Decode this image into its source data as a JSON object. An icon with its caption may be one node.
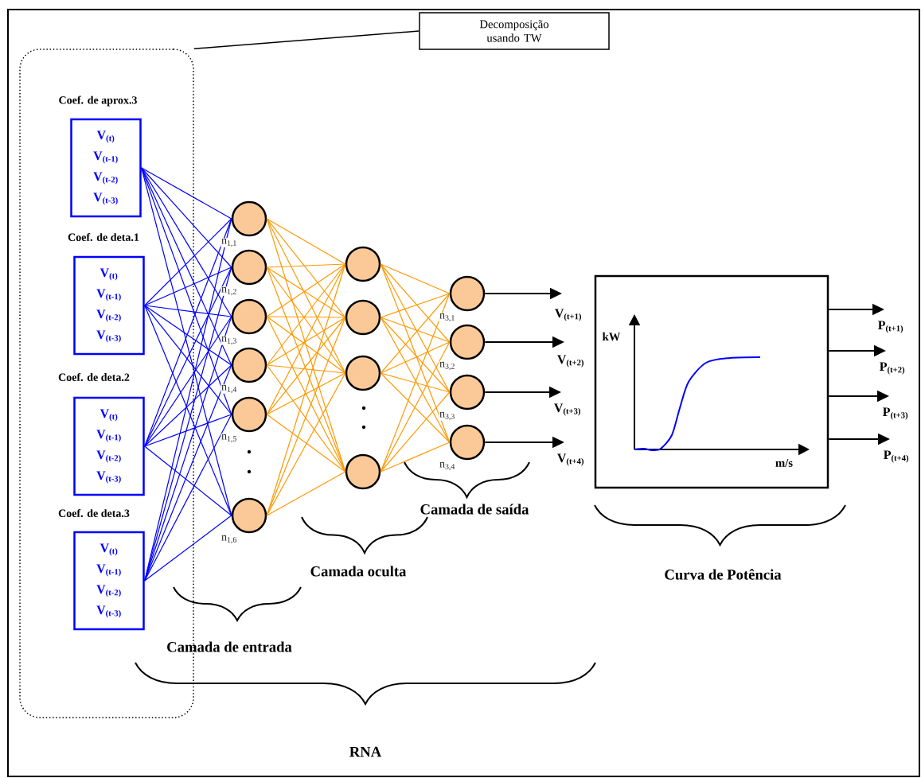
{
  "diagram": {
    "nodes": [
      {
        "text": [],
        "shape": "box"
      },
      {
        "text": [
          "Decomposição usando TW"
        ]
      },
      {
        "text": [
          "Coef. de aprox.3",
          "V$_{(t)}$ V$_{(t-1)}$ V$_{(t-2)}$ V$_{(t-3)}$"
        ],
        "in": 0
      },
      {
        "text": [
          "Coef. de deta.1",
          "V$_{(t)}$ V$_{(t-1)}$ V$_{(t-2)}$ V$_{(t-3)}$"
        ],
        "in": 0
      },
      {
        "text": [
          "Coef. de deta.2",
          "V$_{(t)}$ V$_{(t-1)}$ V$_{(t-2)}$ V$_{(t-3)}$"
        ],
        "in": 0
      },
      {
        "text": [
          "Coef. de deta.3",
          "V$_{(t)}$ V$_{(t-1)}$ V$_{(t-2)}$ V$_{(t-3)}$"
        ],
        "in": 0
      },
      {
        "text": [],
        "shape": "circle",
        "beside": [
          "n$_{1,1}$"
        ]
      },
      {
        "text": [],
        "shape": "circle",
        "beside": [
          "n$_{1,2}$"
        ]
      },
      {
        "text": [],
        "shape": "circle",
        "beside": [
          "n$_{1,3}$"
        ]
      },
      {
        "text": [],
        "shape": "circle",
        "beside": [
          "n$_{1,4}$"
        ]
      },
      {
        "text": [],
        "shape": "circle",
        "beside": [
          "n$_{1,5}$"
        ]
      },
      {
        "text": [],
        "shape": "circle",
        "beside": [
          "n$_{1,6}$"
        ]
      },
      {
        "text": [],
        "shape": "circle"
      },
      {
        "text": [],
        "shape": "circle"
      },
      {
        "text": [],
        "shape": "circle"
      },
      {
        "text": [],
        "shape": "circle"
      },
      {
        "text": [],
        "shape": "circle",
        "beside": [
          "n$_{3,1}$"
        ]
      },
      {
        "text": [],
        "shape": "circle",
        "beside": [
          "n$_{3,2}$"
        ]
      },
      {
        "text": [],
        "shape": "circle",
        "beside": [
          "n$_{3,3}$"
        ]
      },
      {
        "text": [],
        "shape": "circle",
        "beside": [
          "n$_{3,4}$"
        ]
      },
      {
        "text": [
          "V$_{(t+1)}$"
        ]
      },
      {
        "text": [
          "V$_{(t+2)}$"
        ]
      },
      {
        "text": [
          "V$_{(t+3)}$"
        ]
      },
      {
        "text": [
          "V$_{(t+4)}$"
        ]
      },
      {
        "text": [
          "kW",
          "m/s"
        ]
      },
      {
        "text": [
          "P$_{(t+1)}$"
        ]
      },
      {
        "text": [
          "P$_{(t+2)}$"
        ]
      },
      {
        "text": [
          "P$_{(t+3)}$"
        ]
      },
      {
        "text": [
          "P$_{(t+4)}$"
        ]
      }
    ],
    "edges": [
      {
        "from": 1,
        "to": 0,
        "arrow": "none",
        "color": "#000000"
      },
      {
        "from": 2,
        "to": 6,
        "arrow": "none",
        "color": "#0000ff"
      },
      {
        "from": 2,
        "to": 7,
        "arrow": "none",
        "color": "#0000ff"
      },
      {
        "from": 2,
        "to": 8,
        "arrow": "none",
        "color": "#0000ff"
      },
      {
        "from": 2,
        "to": 9,
        "arrow": "none",
        "color": "#0000ff"
      },
      {
        "from": 2,
        "to": 10,
        "arrow": "none",
        "color": "#0000ff"
      },
      {
        "from": 2,
        "to": 11,
        "arrow": "none",
        "color": "#0000ff"
      },
      {
        "from": 3,
        "to": 6,
        "arrow": "none",
        "color": "#0000ff"
      },
      {
        "from": 3,
        "to": 7,
        "arrow": "none",
        "color": "#0000ff"
      },
      {
        "from": 3,
        "to": 8,
        "arrow": "none",
        "color": "#0000ff"
      },
      {
        "from": 3,
        "to": 9,
        "arrow": "none",
        "color": "#0000ff"
      },
      {
        "from": 3,
        "to": 10,
        "arrow": "none",
        "color": "#0000ff"
      },
      {
        "from": 3,
        "to": 11,
        "arrow": "none",
        "color": "#0000ff"
      },
      {
        "from": 4,
        "to": 6,
        "arrow": "none",
        "color": "#0000ff"
      },
      {
        "from": 4,
        "to": 7,
        "arrow": "none",
        "color": "#0000ff"
      },
      {
        "from": 4,
        "to": 8,
        "arrow": "none",
        "color": "#0000ff"
      },
      {
        "from": 4,
        "to": 9,
        "arrow": "none",
        "color": "#0000ff"
      },
      {
        "from": 4,
        "to": 10,
        "arrow": "none",
        "color": "#0000ff"
      },
      {
        "from": 4,
        "to": 11,
        "arrow": "none",
        "color": "#0000ff"
      },
      {
        "from": 5,
        "to": 6,
        "arrow": "none",
        "color": "#0000ff"
      },
      {
        "from": 5,
        "to": 7,
        "arrow": "none",
        "color": "#0000ff"
      },
      {
        "from": 5,
        "to": 8,
        "arrow": "none",
        "color": "#0000ff"
      },
      {
        "from": 5,
        "to": 9,
        "arrow": "none",
        "color": "#0000ff"
      },
      {
        "from": 5,
        "to": 10,
        "arrow": "none",
        "color": "#0000ff"
      },
      {
        "from": 5,
        "to": 11,
        "arrow": "none",
        "color": "#0000ff"
      },
      {
        "from": 6,
        "to": 12,
        "arrow": "none"
      },
      {
        "from": 6,
        "to": 13,
        "arrow": "none"
      },
      {
        "from": 6,
        "to": 14,
        "arrow": "none"
      },
      {
        "from": 6,
        "to": 15,
        "arrow": "none"
      },
      {
        "from": 7,
        "to": 12,
        "arrow": "none"
      },
      {
        "from": 7,
        "to": 13,
        "arrow": "none"
      },
      {
        "from": 7,
        "to": 14,
        "arrow": "none"
      },
      {
        "from": 7,
        "to": 15,
        "arrow": "none"
      },
      {
        "from": 8,
        "to": 12,
        "arrow": "none"
      },
      {
        "from": 8,
        "to": 13,
        "arrow": "none"
      },
      {
        "from": 8,
        "to": 14,
        "arrow": "none"
      },
      {
        "from": 8,
        "to": 15,
        "arrow": "none"
      },
      {
        "from": 9,
        "to": 12,
        "arrow": "none"
      },
      {
        "from": 9,
        "to": 13,
        "arrow": "none"
      },
      {
        "from": 9,
        "to": 14,
        "arrow": "none"
      },
      {
        "from": 9,
        "to": 15,
        "arrow": "none"
      },
      {
        "from": 10,
        "to": 12,
        "arrow": "none"
      },
      {
        "from": 10,
        "to": 13,
        "arrow": "none"
      },
      {
        "from": 10,
        "to": 14,
        "arrow": "none"
      },
      {
        "from": 10,
        "to": 15,
        "arrow": "none"
      },
      {
        "from": 11,
        "to": 12,
        "arrow": "none"
      },
      {
        "from": 11,
        "to": 13,
        "arrow": "none"
      },
      {
        "from": 11,
        "to": 14,
        "arrow": "none"
      },
      {
        "from": 11,
        "to": 15,
        "arrow": "none"
      },
      {
        "from": 12,
        "to": 16,
        "arrow": "none"
      },
      {
        "from": 12,
        "to": 17,
        "arrow": "none"
      },
      {
        "from": 12,
        "to": 18,
        "arrow": "none"
      },
      {
        "from": 12,
        "to": 19,
        "arrow": "none"
      },
      {
        "from": 13,
        "to": 16,
        "arrow": "none"
      },
      {
        "from": 13,
        "to": 17,
        "arrow": "none"
      },
      {
        "from": 13,
        "to": 18,
        "arrow": "none"
      },
      {
        "from": 13,
        "to": 19,
        "arrow": "none"
      },
      {
        "from": 14,
        "to": 16,
        "arrow": "none"
      },
      {
        "from": 14,
        "to": 17,
        "arrow": "none"
      },
      {
        "from": 14,
        "to": 18,
        "arrow": "none"
      },
      {
        "from": 14,
        "to": 19,
        "arrow": "none"
      },
      {
        "from": 15,
        "to": 16,
        "arrow": "none"
      },
      {
        "from": 15,
        "to": 17,
        "arrow": "none"
      },
      {
        "from": 15,
        "to": 18,
        "arrow": "none"
      },
      {
        "from": 15,
        "to": 19,
        "arrow": "none"
      },
      {
        "from": 16,
        "to": 20,
        "arrow": "to",
        "color": "#000000"
      },
      {
        "from": 17,
        "to": 21,
        "arrow": "to",
        "color": "#000000"
      },
      {
        "from": 18,
        "to": 22,
        "arrow": "to",
        "color": "#000000"
      },
      {
        "from": 19,
        "to": 23,
        "arrow": "to",
        "color": "#000000"
      },
      {
        "from": 24,
        "to": 25,
        "arrow": "to",
        "color": "#000000"
      },
      {
        "from": 24,
        "to": 26,
        "arrow": "to",
        "color": "#000000"
      },
      {
        "from": 24,
        "to": 27,
        "arrow": "to",
        "color": "#000000"
      },
      {
        "from": 24,
        "to": 28,
        "arrow": "to",
        "color": "#000000"
      }
    ],
    "labels": [
      "Camada de saída",
      "Camada oculta",
      "Curva de Potência",
      "Camada de entrada",
      "RNA"
    ]
  }
}
